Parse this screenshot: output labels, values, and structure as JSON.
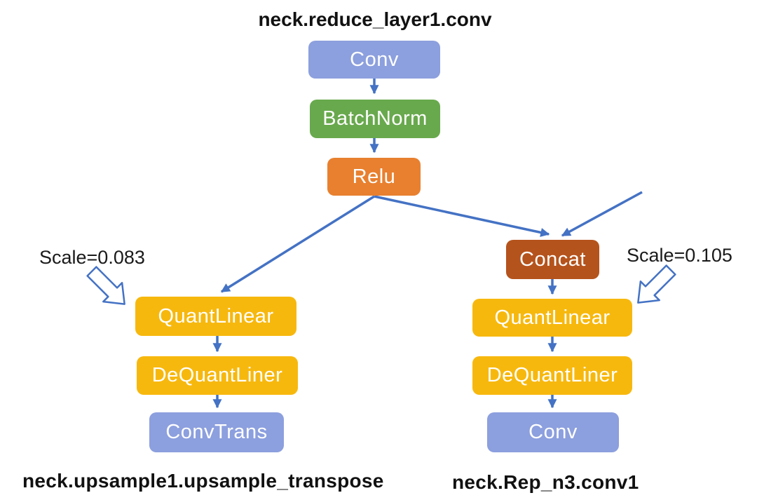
{
  "diagram": {
    "title": "neck.reduce_layer1.conv",
    "top_chain": {
      "conv": {
        "label": "Conv"
      },
      "batchnorm": {
        "label": "BatchNorm"
      },
      "relu": {
        "label": "Relu"
      }
    },
    "left_branch": {
      "scale_annotation": "Scale=0.083",
      "quantlinear": {
        "label": "QuantLinear"
      },
      "dequantliner": {
        "label": "DeQuantLiner"
      },
      "convtrans": {
        "label": "ConvTrans"
      },
      "caption": "neck.upsample1.upsample_transpose"
    },
    "right_branch": {
      "scale_annotation": "Scale=0.105",
      "concat": {
        "label": "Concat"
      },
      "quantlinear": {
        "label": "QuantLinear"
      },
      "dequantliner": {
        "label": "DeQuantLiner"
      },
      "conv": {
        "label": "Conv"
      },
      "caption": "neck.Rep_n3.conv1"
    },
    "edges": [
      "Conv -> BatchNorm",
      "BatchNorm -> Relu",
      "Relu -> left QuantLinear",
      "Relu -> Concat",
      "external input -> Concat",
      "Concat -> right QuantLinear",
      "left QuantLinear -> left DeQuantLiner",
      "left DeQuantLiner -> ConvTrans",
      "right QuantLinear -> right DeQuantLiner",
      "right DeQuantLiner -> right Conv"
    ],
    "colors": {
      "conv_blue": "#8C9FDE",
      "batchnorm_green": "#68A94D",
      "relu_orange": "#E8802F",
      "concat_brown": "#B5531C",
      "quant_yellow": "#F7B80E",
      "arrow_blue": "#4472C4",
      "text_dark": "#111111"
    }
  }
}
